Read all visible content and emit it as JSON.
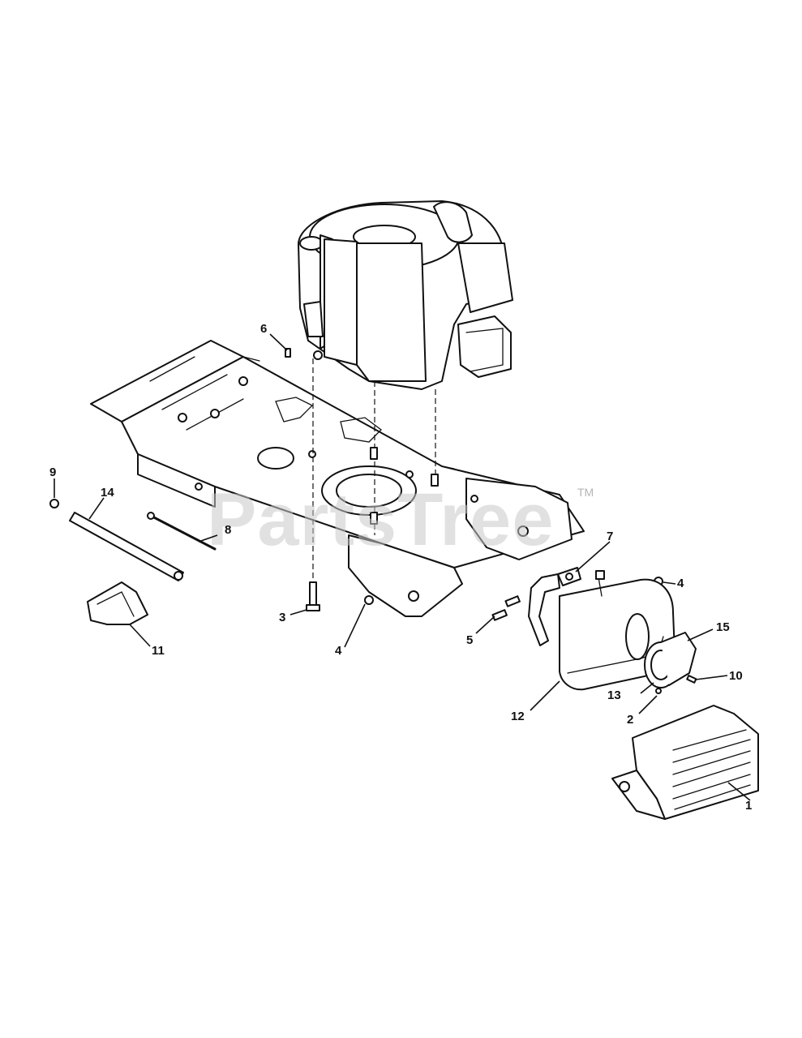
{
  "watermark": {
    "text": "PartsTree",
    "trademark": "TM"
  },
  "callouts": [
    "1",
    "2",
    "3",
    "4",
    "4",
    "5",
    "6",
    "7",
    "8",
    "9",
    "10",
    "11",
    "12",
    "13",
    "14",
    "15"
  ]
}
